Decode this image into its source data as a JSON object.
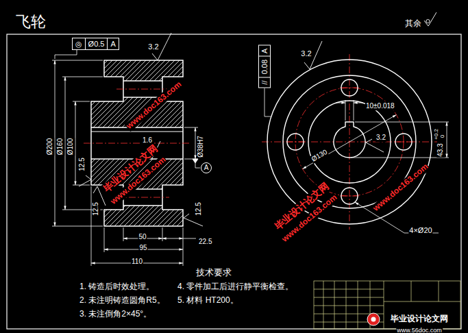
{
  "diagram": {
    "title": "飞轮",
    "nodes": [
      {
        "text": [
          "◎",
          "Ø0.5",
          "A"
        ]
      },
      {
        "text": [
          "A"
        ]
      },
      {
        "text": [
          "//",
          "0.08",
          "A"
        ]
      }
    ],
    "labels": [
      "其余",
      "3.2",
      "Ø200",
      "Ø160",
      "Ø100",
      "Ø38H7",
      "1.6",
      "12.5",
      "12.5",
      "12.5",
      "50",
      "95",
      "110",
      "22.5",
      "3.2",
      "10±0.018",
      "Ø130",
      "3.2",
      "4×Ø20",
      "+0.2",
      "0",
      "43.3",
      "技术要求",
      "1. 铸造后时效处理。",
      "4. 零件加工后进行静平衡检查。",
      "2. 未注明铸造圆角R5。",
      "5. 材料 HT200。",
      "3. 未注倒角2×45°。",
      "www.doc163.com",
      "毕业设计论文网",
      "www.doc163.com",
      "www.doc163.com",
      "毕业设计论文网",
      "www.doc163.com",
      "毕业设计论文网",
      "www.56doc.com"
    ]
  }
}
